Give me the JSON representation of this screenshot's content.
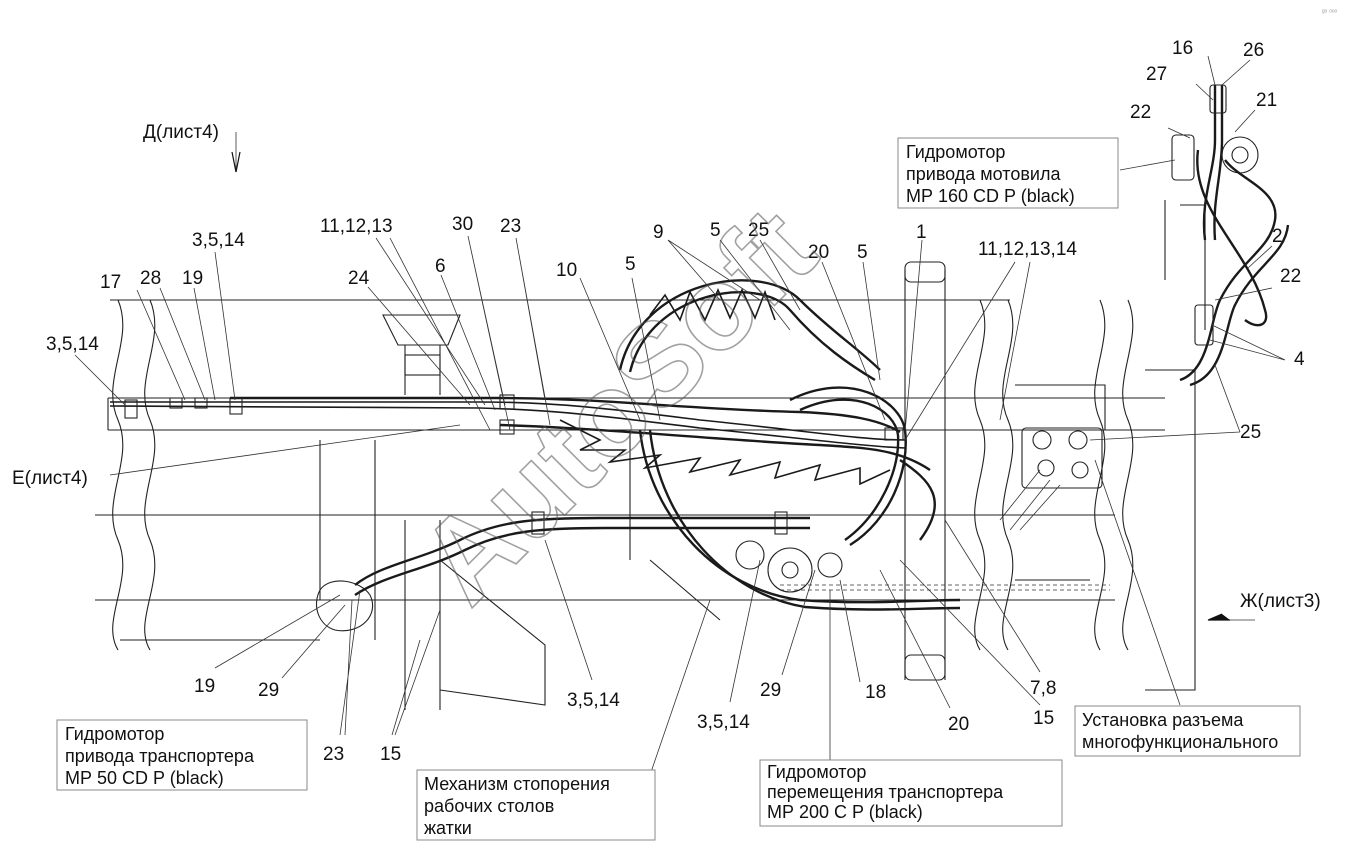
{
  "corner_mark": "ᵍᵒ ᵒᵒᵒ",
  "watermark": "AutoSoft",
  "view_refs": {
    "d": "Д(лист4)",
    "e": "Е(лист4)",
    "zh": "Ж(лист3)"
  },
  "callouts": {
    "c16": "16",
    "c26": "26",
    "c27": "27",
    "c21": "21",
    "c22a": "22",
    "c22b": "22",
    "c2": "2",
    "c4": "4",
    "c25a": "25",
    "c1": "1",
    "c1112131": "11,12,13,14",
    "c20a": "20",
    "c5a": "5",
    "c5b": "5",
    "c5c": "5",
    "c25b": "25",
    "c9": "9",
    "c10": "10",
    "c23a": "23",
    "c30": "30",
    "c111213": "11,12,13",
    "c6": "6",
    "c24": "24",
    "c3514a": "3,5,14",
    "c17": "17",
    "c28": "28",
    "c19a": "19",
    "c3514b": "3,5,14",
    "c19b": "19",
    "c29a": "29",
    "c23b": "23",
    "c15a": "15",
    "c3514c": "3,5,14",
    "c3514d": "3,5,14",
    "c29b": "29",
    "c18": "18",
    "c20b": "20",
    "c78": "7,8",
    "c15b": "15"
  },
  "captions": {
    "reel_motor": [
      "Гидромотор",
      "привода мотовила",
      "МР 160 CD P (black)"
    ],
    "conveyor_motor": [
      "Гидромотор",
      "привода транспортера",
      "МР 50 CD P (black)"
    ],
    "lock_mechanism": [
      "Механизм стопорения",
      "рабочих столов",
      "жатки"
    ],
    "move_motor": [
      "Гидромотор",
      "перемещения транспортера",
      "МР 200 C P (black)"
    ],
    "connector": [
      "Установка разъема",
      "многофункционального"
    ]
  }
}
